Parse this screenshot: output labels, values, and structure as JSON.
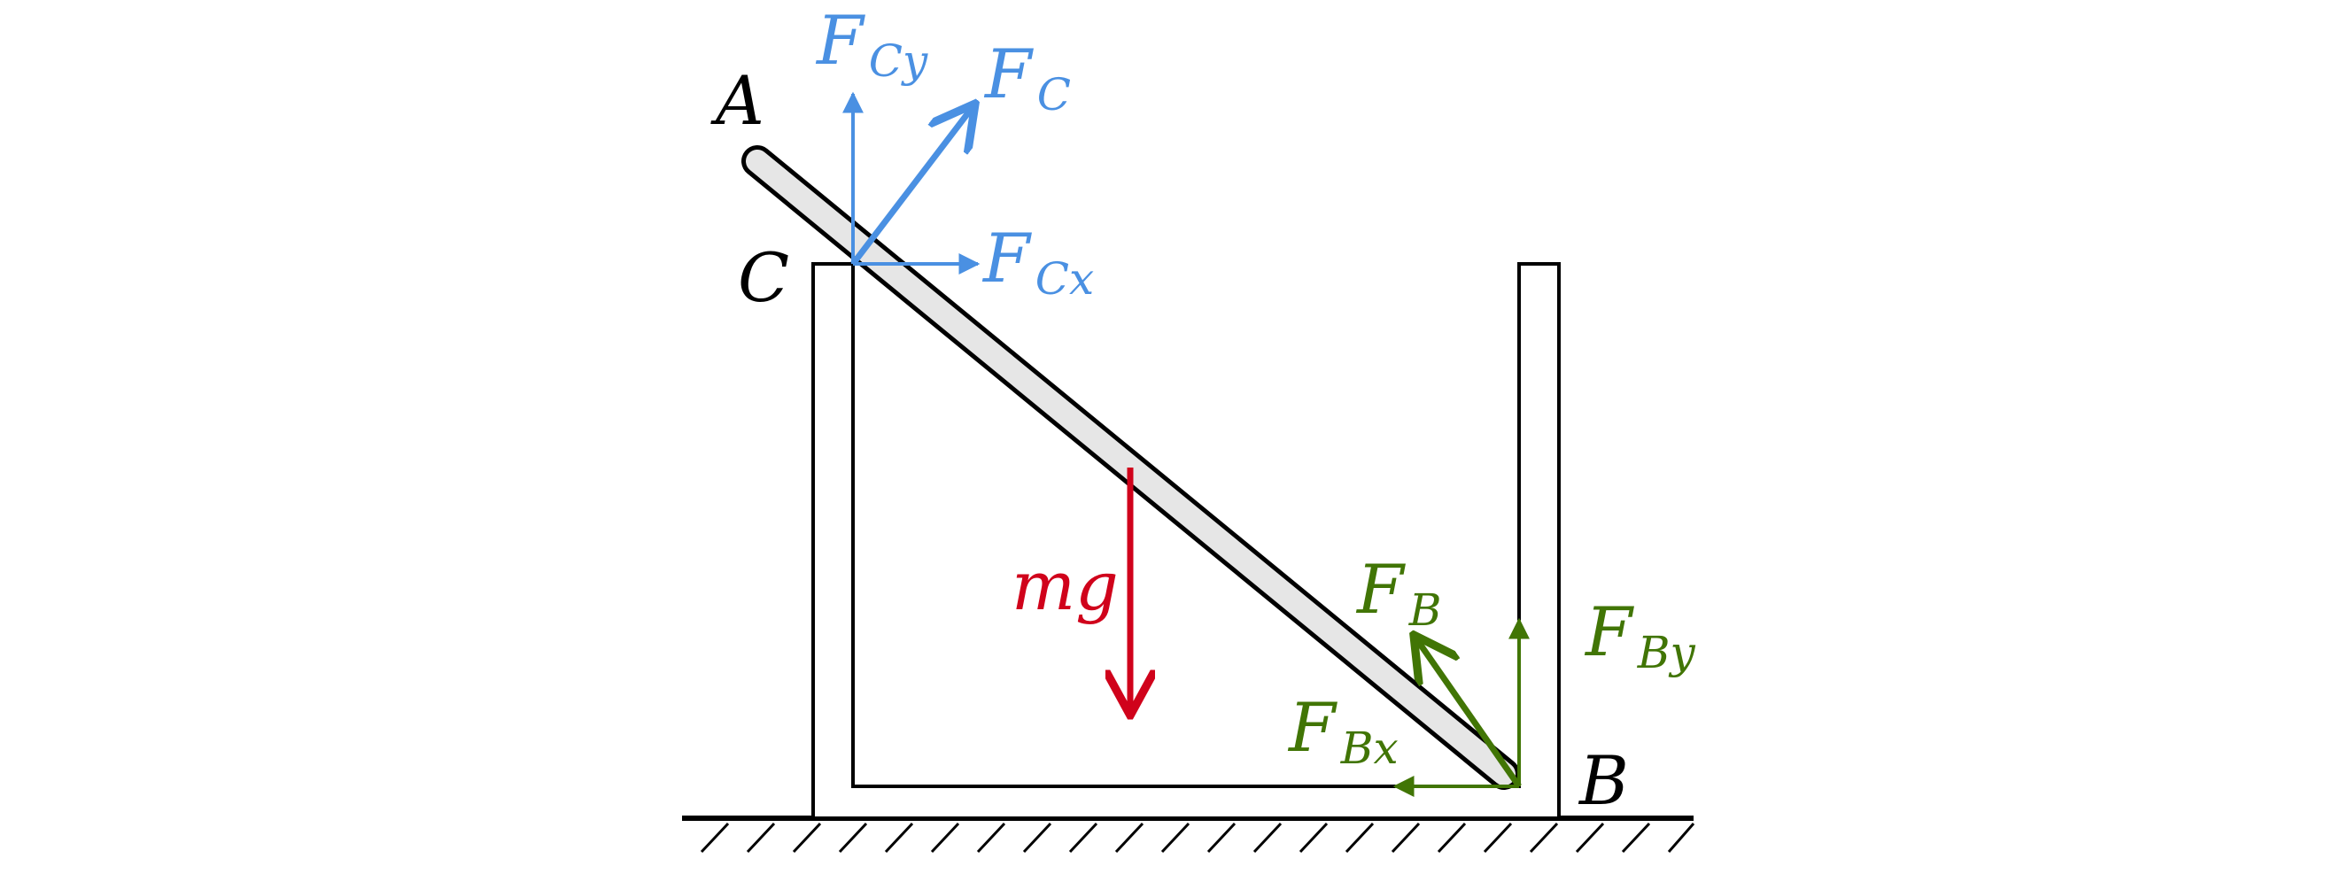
{
  "colors": {
    "rod_fill": "#e6e6e6",
    "outline": "#000000",
    "force_c": "#4a90e2",
    "force_b": "#417505",
    "weight": "#d0021b"
  },
  "points": {
    "a": "A",
    "b": "B",
    "c": "C"
  },
  "forces": {
    "fc": {
      "main": "F",
      "sub": "C"
    },
    "fcx": {
      "main": "F",
      "sub": "Cx"
    },
    "fcy": {
      "main": "F",
      "sub": "Cy"
    },
    "fb": {
      "main": "F",
      "sub": "B"
    },
    "fbx": {
      "main": "F",
      "sub": "Bx"
    },
    "fby": {
      "main": "F",
      "sub": "By"
    },
    "weight": "mg"
  }
}
